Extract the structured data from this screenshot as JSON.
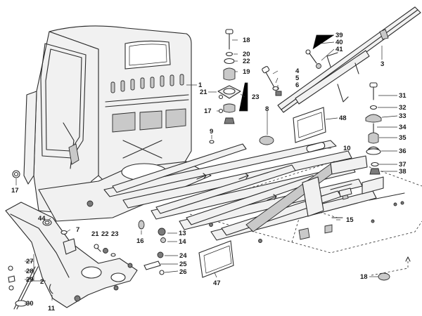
{
  "labels": [
    {
      "id": "n1",
      "text": "1"
    },
    {
      "id": "n2",
      "text": "2"
    },
    {
      "id": "n3",
      "text": "3"
    },
    {
      "id": "n4",
      "text": "4"
    },
    {
      "id": "n5",
      "text": "5"
    },
    {
      "id": "n6",
      "text": "6"
    },
    {
      "id": "n7",
      "text": "7"
    },
    {
      "id": "n8",
      "text": "8"
    },
    {
      "id": "n9",
      "text": "9"
    },
    {
      "id": "n10",
      "text": "10"
    },
    {
      "id": "n11",
      "text": "11"
    },
    {
      "id": "n13",
      "text": "13"
    },
    {
      "id": "n14",
      "text": "14"
    },
    {
      "id": "n15",
      "text": "15"
    },
    {
      "id": "n16",
      "text": "16"
    },
    {
      "id": "n17a",
      "text": "17"
    },
    {
      "id": "n17b",
      "text": "17"
    },
    {
      "id": "n18a",
      "text": "18"
    },
    {
      "id": "n18b",
      "text": "18"
    },
    {
      "id": "n19",
      "text": "19"
    },
    {
      "id": "n20",
      "text": "20"
    },
    {
      "id": "n21a",
      "text": "21"
    },
    {
      "id": "n21b",
      "text": "21"
    },
    {
      "id": "n22a",
      "text": "22"
    },
    {
      "id": "n22b",
      "text": "22"
    },
    {
      "id": "n23a",
      "text": "23"
    },
    {
      "id": "n23b",
      "text": "23"
    },
    {
      "id": "n24",
      "text": "24"
    },
    {
      "id": "n25",
      "text": "25"
    },
    {
      "id": "n26",
      "text": "26"
    },
    {
      "id": "n27",
      "text": "27"
    },
    {
      "id": "n28",
      "text": "28"
    },
    {
      "id": "n29",
      "text": "29"
    },
    {
      "id": "n30",
      "text": "30"
    },
    {
      "id": "n31",
      "text": "31"
    },
    {
      "id": "n32",
      "text": "32"
    },
    {
      "id": "n33",
      "text": "33"
    },
    {
      "id": "n34",
      "text": "34"
    },
    {
      "id": "n35",
      "text": "35"
    },
    {
      "id": "n36",
      "text": "36"
    },
    {
      "id": "n37",
      "text": "37"
    },
    {
      "id": "n38",
      "text": "38"
    },
    {
      "id": "n39",
      "text": "39"
    },
    {
      "id": "n40",
      "text": "40"
    },
    {
      "id": "n41",
      "text": "41"
    },
    {
      "id": "n44",
      "text": "44"
    },
    {
      "id": "n47",
      "text": "47"
    },
    {
      "id": "n48",
      "text": "48"
    }
  ]
}
